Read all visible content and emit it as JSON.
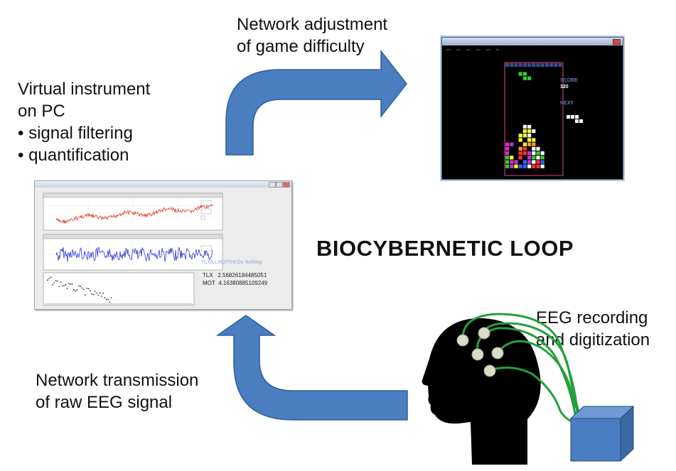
{
  "labels": {
    "virtual_instrument": [
      "Virtual instrument",
      "on PC",
      "•  signal filtering",
      "•  quantification"
    ],
    "network_adjustment": [
      "Network adjustment",
      "of game difficulty"
    ],
    "network_transmission": [
      "Network transmission",
      "of raw EEG signal"
    ],
    "eeg_recording": [
      "EEG recording",
      "and digitization"
    ]
  },
  "title": "BIOCYBERNETIC LOOP",
  "virtual_instrument_window": {
    "command_text": "TLX(L),MOT(H):Do Nothing",
    "readouts": [
      {
        "name": "TLX",
        "value": "2.56826184485051"
      },
      {
        "name": "MOT",
        "value": "4.16380885109249"
      }
    ]
  },
  "tetris_window": {
    "score_label": "SCORE",
    "score_value": "320",
    "next_label": "NEXT"
  },
  "colors": {
    "arrow_fill": "#4a7ec0",
    "arrow_stroke": "#2f5f9a",
    "eeg_wire": "#2ab34a",
    "electrode": "#d9ddc8",
    "amplifier_box": "#4b7dc2",
    "tetris_border": "#c23a63"
  }
}
